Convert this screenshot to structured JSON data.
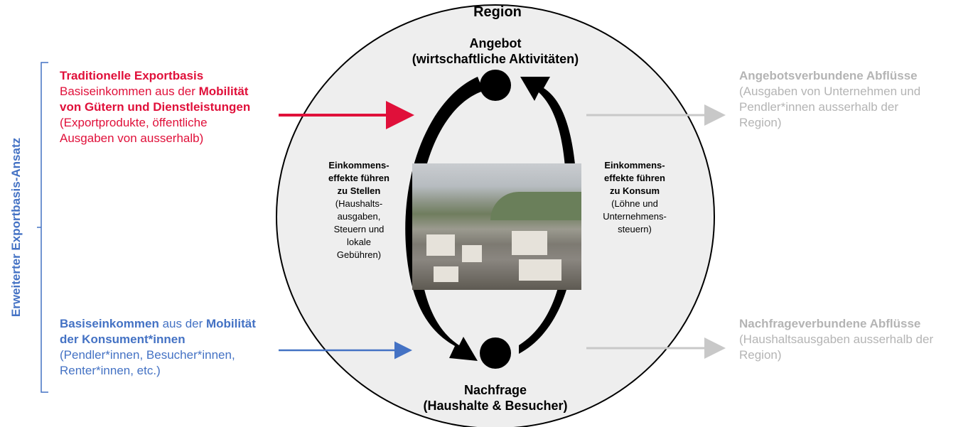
{
  "region_title": "Region",
  "angebot": {
    "line1": "Angebot",
    "line2": "(wirtschaftliche Aktivitäten)"
  },
  "nachfrage": {
    "line1": "Nachfrage",
    "line2": "(Haushalte & Besucher)"
  },
  "left_label": "Erweiterter Exportbasis-Ansatz",
  "export_basis": {
    "title": "Traditionelle Exportbasis",
    "line2_normal": "Basiseinkommen aus der ",
    "line2_bold": "Mobilität",
    "line3_bold": "von Gütern und Dienstleistungen",
    "line4": "(Exportprodukte, öffentliche",
    "line5": "Ausgaben von ausserhalb)"
  },
  "konsum_basis": {
    "line1_bold": "Basiseinkommen",
    "line1_normal": " aus der ",
    "line1_bold2": "Mobilität",
    "line2_bold": "der Konsument*innen",
    "line3": "(Pendler*innen, Besucher*innen,",
    "line4": "Renter*innen, etc.)"
  },
  "angebot_abfluesse": {
    "title": "Angebotsverbundene Abflüsse",
    "line2": "(Ausgaben von Unternehmen und",
    "line3": "Pendler*innen ausserhalb der",
    "line4": "Region)"
  },
  "nachfrage_abfluesse": {
    "title": "Nachfrageverbundene Abflüsse",
    "line2": "(Haushaltsausgaben ausserhalb der",
    "line3": "Region)"
  },
  "left_effect": {
    "bold1": "Einkommens-",
    "bold2": "effekte führen",
    "bold3": "zu Stellen",
    "l4": "(Haushalts-",
    "l5": "ausgaben,",
    "l6": "Steuern und",
    "l7": "lokale",
    "l8": "Gebühren)"
  },
  "right_effect": {
    "bold1": "Einkommens-",
    "bold2": "effekte führen",
    "bold3": "zu Konsum",
    "l4": "(Löhne und",
    "l5": "Unternehmens-",
    "l6": "steuern)"
  },
  "colors": {
    "red": "#e0103a",
    "blue": "#4472c4",
    "grey": "#b4b4b4",
    "circle_fill": "#eeeeee"
  }
}
